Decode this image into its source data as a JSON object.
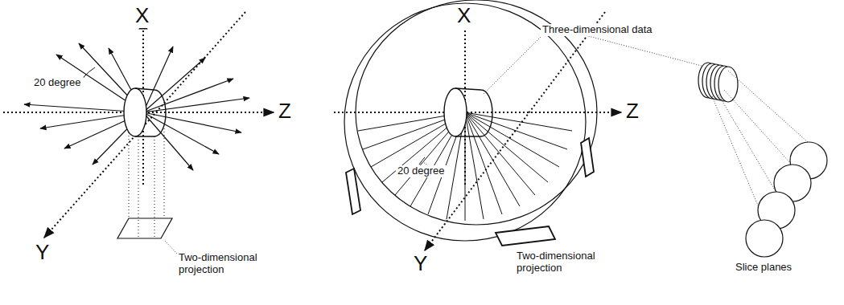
{
  "diagram": {
    "labels": [
      "X",
      "20 degree",
      "Z",
      "Y",
      "Two-dimensional projection",
      "X",
      "Three-dimensional data",
      "Z",
      "20 degree",
      "Y",
      "Two-dimensional projection",
      "Slice planes"
    ]
  }
}
